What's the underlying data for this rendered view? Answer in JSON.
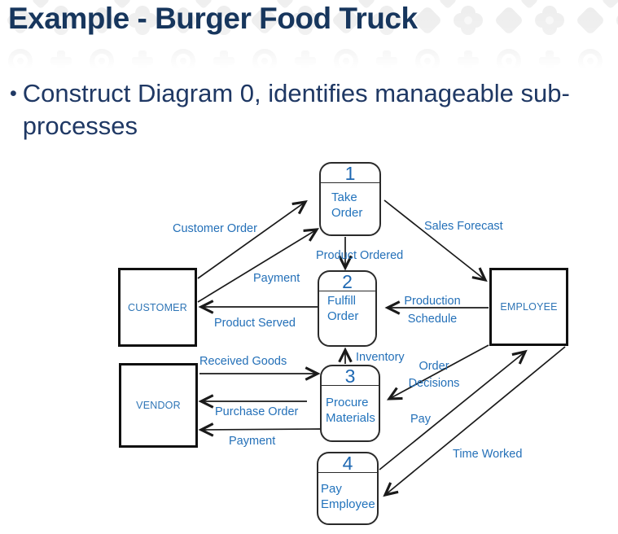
{
  "slide": {
    "title": "Example - Burger Food Truck",
    "bullet_glyph": "•",
    "bullet_text": "Construct Diagram 0, identifies manageable sub-processes"
  },
  "colors": {
    "title_navy": "#17365D",
    "body_navy": "#1F3864",
    "diagram_blue": "#2470B8",
    "line_black": "#1a1a1a"
  },
  "diagram": {
    "processes": [
      {
        "number": "1",
        "name": "Take Order"
      },
      {
        "number": "2",
        "name": "Fulfill Order"
      },
      {
        "number": "3",
        "name": "Procure Materials"
      },
      {
        "number": "4",
        "name": "Pay Employee"
      }
    ],
    "entities": [
      {
        "name": "CUSTOMER"
      },
      {
        "name": "VENDOR"
      },
      {
        "name": "EMPLOYEE"
      }
    ],
    "flows": [
      {
        "label": "Customer Order",
        "from": "CUSTOMER",
        "to": "Take Order"
      },
      {
        "label": "Payment",
        "from": "CUSTOMER",
        "to": "Take Order"
      },
      {
        "label": "Product Served",
        "from": "Fulfill Order",
        "to": "CUSTOMER"
      },
      {
        "label": "Sales Forecast",
        "from": "Take Order",
        "to": "EMPLOYEE"
      },
      {
        "label": "Product Ordered",
        "from": "Take Order",
        "to": "Fulfill Order"
      },
      {
        "label": "Production Schedule",
        "from": "EMPLOYEE",
        "to": "Fulfill Order"
      },
      {
        "label": "Inventory",
        "from": "Procure Materials",
        "to": "Fulfill Order"
      },
      {
        "label": "Received Goods",
        "from": "VENDOR",
        "to": "Procure Materials"
      },
      {
        "label": "Purchase Order",
        "from": "Procure Materials",
        "to": "VENDOR"
      },
      {
        "label": "Payment",
        "from": "Procure Materials",
        "to": "VENDOR"
      },
      {
        "label": "Order Decisions",
        "from": "EMPLOYEE",
        "to": "Procure Materials"
      },
      {
        "label": "Pay",
        "from": "Pay Employee",
        "to": "EMPLOYEE"
      },
      {
        "label": "Time Worked",
        "from": "EMPLOYEE",
        "to": "Pay Employee"
      }
    ]
  }
}
